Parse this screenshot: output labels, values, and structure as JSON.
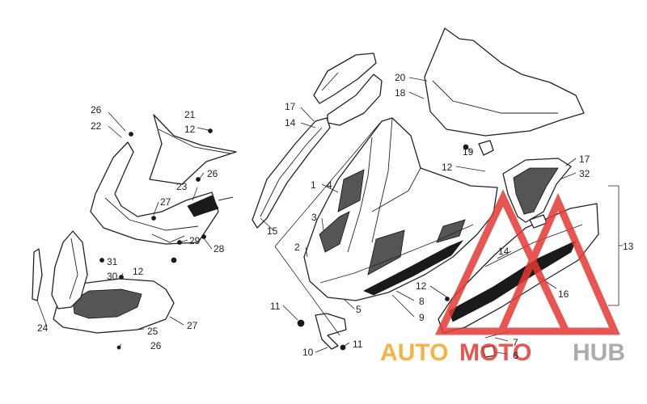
{
  "callouts": {
    "c26a": "26",
    "c22": "22",
    "c21": "21",
    "c12a": "12",
    "c26b": "26",
    "c23": "23",
    "c27a": "27",
    "c29": "29",
    "c28": "28",
    "c31": "31",
    "c12b": "12",
    "c30": "30",
    "c24": "24",
    "c25": "25",
    "c27b": "27",
    "c26c": "26",
    "c17a": "17",
    "c14a": "14",
    "c1": "1",
    "c4": "4",
    "c3": "3",
    "c2": "2",
    "c15": "15",
    "c20": "20",
    "c18": "18",
    "c19": "19",
    "c12c": "12",
    "c17b": "17",
    "c32": "32",
    "c14b": "14",
    "c13": "13",
    "c16": "16",
    "c12d": "12",
    "c8": "8",
    "c9": "9",
    "c5": "5",
    "c11a": "11",
    "c10": "10",
    "c11b": "11",
    "c7": "7",
    "c6": "6"
  },
  "watermark": {
    "part1": "AUTO",
    "part2": "MOTO",
    "part3": "HUB",
    "color_orange": "#f5a623",
    "color_red": "#e53935",
    "color_gray": "#9e9e9e"
  }
}
